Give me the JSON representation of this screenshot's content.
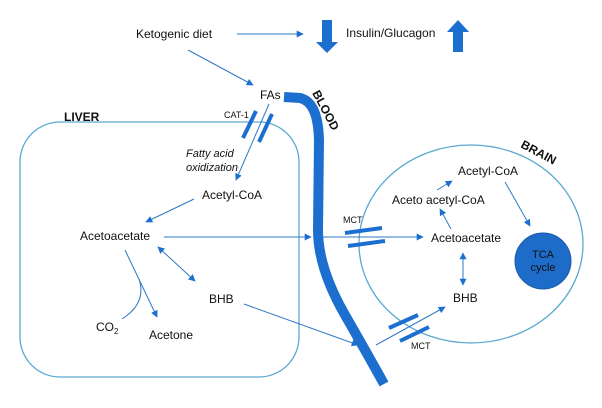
{
  "colors": {
    "accent": "#1c6fcf",
    "arrow": "#2f78c4",
    "organ_outline": "#5aa9cf",
    "tca_fill": "#1e6cc9",
    "text": "#111111"
  },
  "header": {
    "diet_label": "Ketogenic diet",
    "hormone_label": "Insulin/Glucagon",
    "insulin_arrow_icon": "arrow-down-icon",
    "glucagon_arrow_icon": "arrow-up-icon"
  },
  "blood": {
    "label": "BLOOD",
    "fas_label": "FAs"
  },
  "liver": {
    "title": "LIVER",
    "transporter_label": "CAT-1",
    "process_line1": "Fatty acid",
    "process_line2": "oxidization",
    "acetyl_coa": "Acetyl-CoA",
    "acetoacetate": "Acetoacetate",
    "bhb": "BHB",
    "co2_main": "CO",
    "co2_sub": "2",
    "acetone": "Acetone"
  },
  "brain": {
    "title": "BRAIN",
    "acetyl_coa": "Acetyl-CoA",
    "acetoacetyl_coa": "Aceto acetyl-CoA",
    "acetoacetate": "Acetoacetate",
    "bhb": "BHB",
    "tca_line1": "TCA",
    "tca_line2": "cycle",
    "transporter_top": "MCT",
    "transporter_bottom": "MCT"
  }
}
